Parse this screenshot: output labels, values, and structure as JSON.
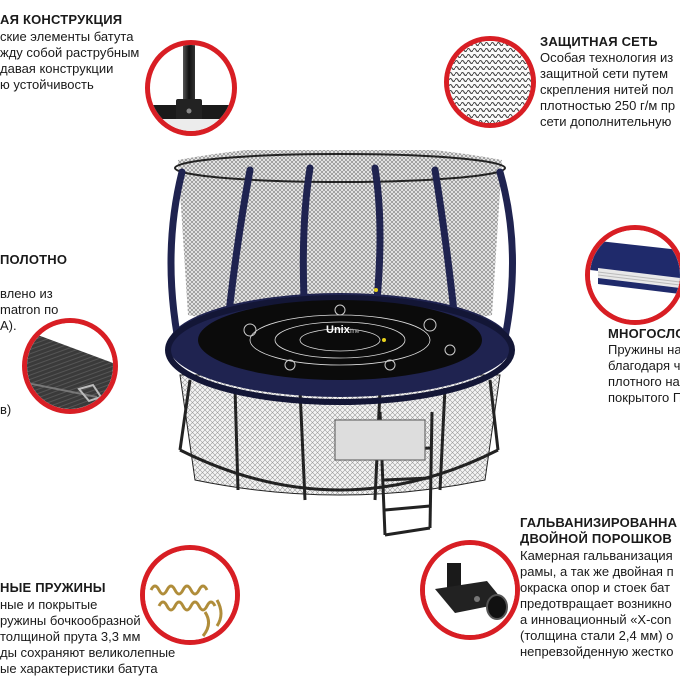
{
  "frame": {
    "heading": "АЯ КОНСТРУКЦИЯ",
    "lines": [
      "ские элементы батута",
      "жду собой раструбным",
      "давая конструкции",
      "ю устойчивость"
    ]
  },
  "net": {
    "heading": "ЗАЩИТНАЯ СЕТЬ",
    "lines": [
      "Особая технология из",
      "защитной сети путем",
      "скрепления нитей пол",
      "плотностью 250 г/м пр",
      "сети дополнительную"
    ]
  },
  "mat": {
    "heading": "ПОЛОТНО",
    "lines": [
      "влено из",
      "matron по",
      "A)."
    ],
    "tail": "в)"
  },
  "multilayer": {
    "heading": "МНОГОСЛО",
    "lines": [
      "Пружины на",
      "благодаря ч",
      "плотного на",
      "покрытого П"
    ]
  },
  "galvanized": {
    "heading_lines": [
      "ГАЛЬВАНИЗИРОВАННА",
      "ДВОЙНОЙ ПОРОШКОВ"
    ],
    "lines": [
      "Камерная гальванизация",
      "рамы, а так же двойная п",
      "окраска опор и стоек бат",
      "предотвращает возникно",
      "а инновационный «X-con",
      "(толщина стали 2,4 мм) о",
      "непревзойденную жестко"
    ]
  },
  "springs": {
    "heading": "НЫЕ ПРУЖИНЫ",
    "lines": [
      "ные и покрытые",
      "ружины бочкообразной",
      "толщиной прута 3,3 мм",
      "ды сохраняют великолепные",
      "ые характеристики батута"
    ]
  },
  "brand": {
    "logo": "Unix",
    "logo_suffix": "line"
  },
  "colors": {
    "accent": "#d81e24",
    "frame": "#1f2350",
    "text": "#1a1a1a"
  }
}
